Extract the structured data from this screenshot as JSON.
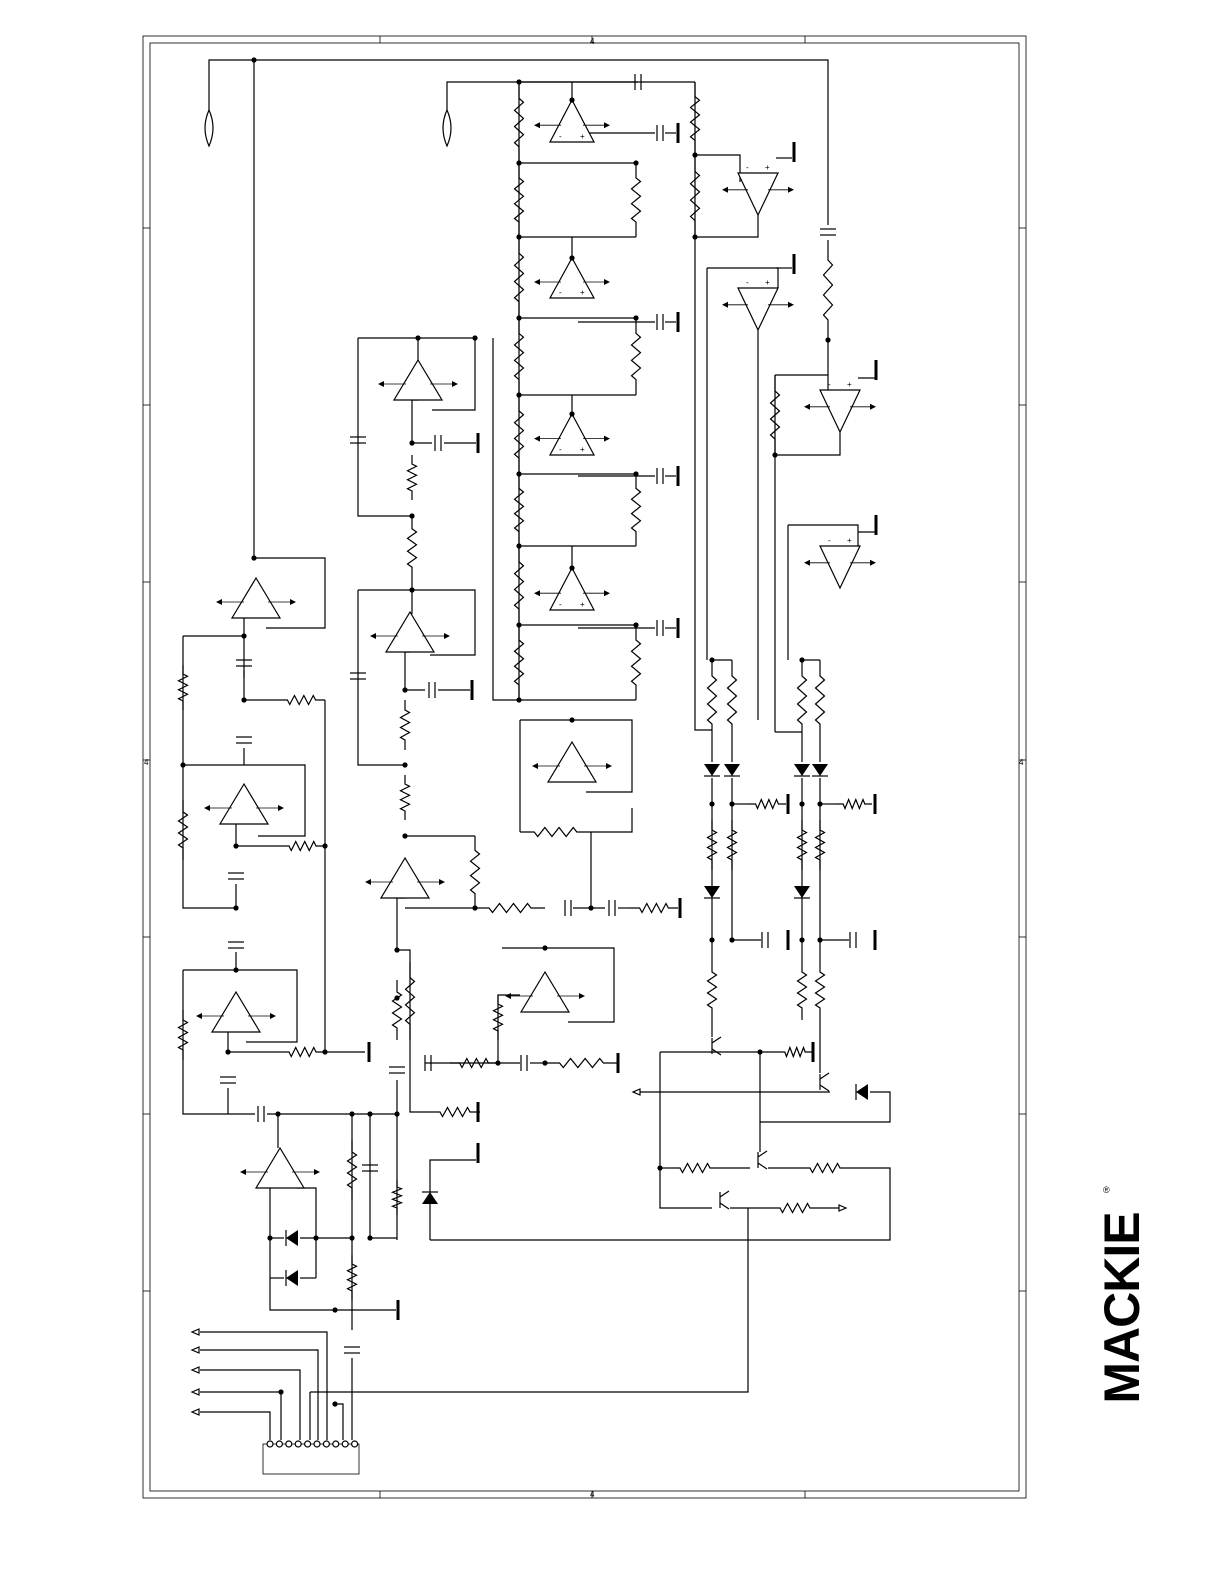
{
  "brand": {
    "logo_text": "MACKIE",
    "registered_mark": "®"
  },
  "schematic": {
    "border_ticks": [
      "4",
      "4",
      "4",
      "4"
    ],
    "opamp_pin_labels": [
      "-",
      "+"
    ],
    "pin_header_pins": 10,
    "off_sheet_connectors": 6
  }
}
